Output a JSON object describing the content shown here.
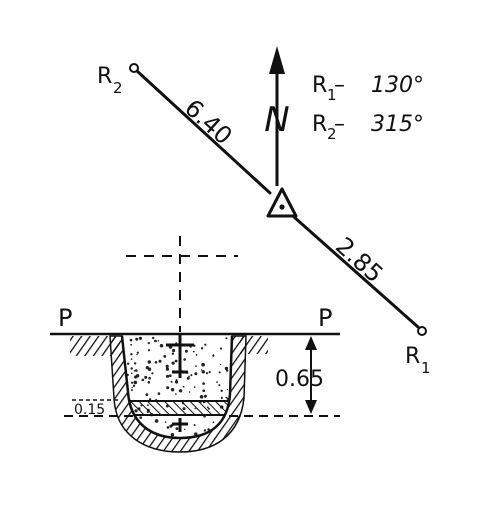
{
  "colors": {
    "ink": "#111111",
    "paper": "#ffffff",
    "concrete_dot": "#222222"
  },
  "benchmark_sketch": {
    "north_label": "N",
    "reference_1": {
      "name": "R",
      "subscript": "1",
      "bearing": "130°",
      "distance": "2.85"
    },
    "reference_2": {
      "name": "R",
      "subscript": "2",
      "bearing": "315°",
      "distance": "6.40"
    },
    "legend": {
      "r1_line": {
        "name": "R",
        "subscript": "1",
        "separator": " – ",
        "value": "130°"
      },
      "r2_line": {
        "name": "R",
        "subscript": "2",
        "separator": " – ",
        "value": "315°"
      }
    },
    "section": {
      "left_surface_label": "P",
      "right_surface_label": "P",
      "depth_label": "0.65",
      "slab_label": "0.15"
    }
  }
}
